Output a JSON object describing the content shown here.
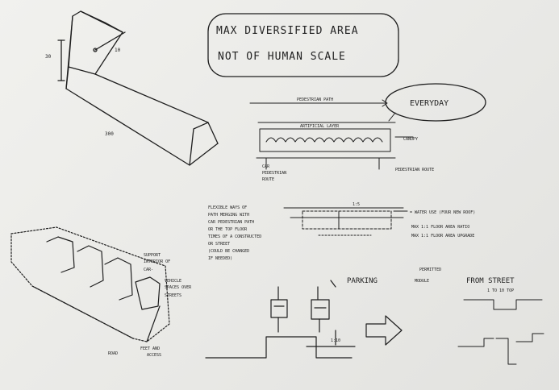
{
  "notes": {
    "title_box_line1": "MAX DIVERSIFIED AREA",
    "title_box_line2": "NOT OF HUMAN SCALE",
    "everyday_bubble": "EVERYDAY",
    "section_top_label": "PEDESTRIAN PATH",
    "section_mid_label": "ARTIFICIAL LAYER",
    "section_right_label": "CANOPY",
    "section_bottom_right": "PEDESTRIAN ROUTE",
    "section_bottom_left_1": "CAR",
    "section_bottom_left_2": "PEDESTRIAN",
    "section_bottom_left_3": "ROUTE",
    "block_dim_left": "30",
    "block_dim_top": "10",
    "block_dim_bottom": "300",
    "para_line1": "FLEXIBLE WAYS OF",
    "para_line2": "PATH MERGING WITH",
    "para_line3": "CAR PEDESTRIAN PATH",
    "para_line4": "OR THE TOP FLOOR",
    "para_line5": "TIMES OF A CONSTRUCTED",
    "para_line6": "OR STREET",
    "para_line7": "(COULD BE CHANGED",
    "para_line8": "IF NEEDED)",
    "mid_detail_label": "1:5",
    "mid_right_1": "= WATER USE (FOUR NEW ROOF)",
    "mid_right_2": "MAX 1:1 FLOOR AREA RATIO",
    "mid_right_3": "MAX 1:1 FLOOR AREA UPGRADE",
    "left_notes_1": "SUPPORT",
    "left_notes_2": "INTERIOR OF",
    "left_notes_3": "CAR-",
    "left_notes_4": "VEHICLE",
    "left_notes_5": "SPACES OVER",
    "left_notes_6": "STREETS",
    "left_bottom_1": "ROAD",
    "left_bottom_2": "FEET AND",
    "left_bottom_3": "ACCESS",
    "parking_label": "PARKING",
    "parking_sub_1": "PERMITTED",
    "parking_sub_2": "MODULE",
    "from_street": "FROM STREET",
    "right_small": "1 TO 10 TOP",
    "small_dim": "1:10"
  }
}
